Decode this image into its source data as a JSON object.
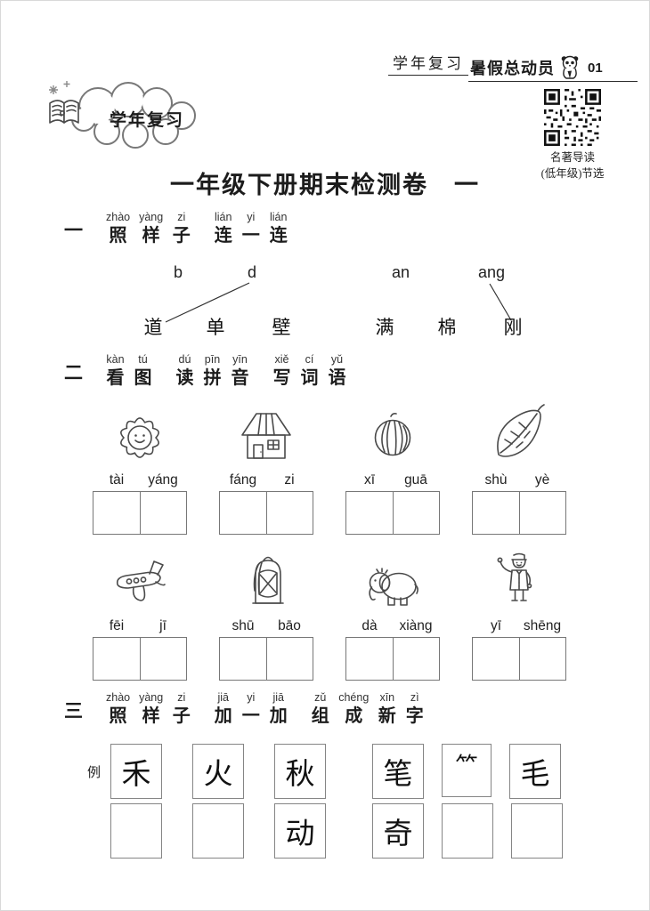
{
  "page": {
    "bg": "#ffffff",
    "ink": "#1c1c1c",
    "pinyin_color": "#333333",
    "box_border": "#777777",
    "line_color": "#333333"
  },
  "header": {
    "series": "学年复习",
    "brand": "暑假总动员",
    "page_num": "01"
  },
  "logo": {
    "label": "学年复习"
  },
  "qr": {
    "caption1": "名著导读",
    "caption2": "(低年级)节选"
  },
  "title": {
    "text": "一年级下册期末检测卷　一"
  },
  "icons": {
    "header": "panda-icon",
    "logo": "open-book-icon",
    "qr": "qr-code",
    "row1": [
      "sun-icon",
      "house-icon",
      "watermelon-icon",
      "leaf-icon"
    ],
    "row2": [
      "airplane-icon",
      "backpack-icon",
      "elephant-icon",
      "doctor-icon"
    ]
  },
  "s1": {
    "num": "一",
    "heading": [
      {
        "py": "zhào",
        "ch": "照"
      },
      {
        "py": "yàng",
        "ch": "样"
      },
      {
        "py": "zi",
        "ch": "子"
      },
      {
        "py": "lián",
        "ch": "连"
      },
      {
        "py": "yi",
        "ch": "一"
      },
      {
        "py": "lián",
        "ch": "连"
      }
    ],
    "top": [
      "b",
      "d",
      "an",
      "ang"
    ],
    "bottom": [
      "道",
      "单",
      "壁",
      "满",
      "棉",
      "刚"
    ],
    "connections": [
      {
        "from": "d",
        "to": "道"
      },
      {
        "from": "ang",
        "to": "刚"
      }
    ]
  },
  "s2": {
    "num": "二",
    "heading": [
      {
        "py": "kàn",
        "ch": "看"
      },
      {
        "py": "tú",
        "ch": "图"
      },
      {
        "py": "dú",
        "ch": "读"
      },
      {
        "py": "pīn",
        "ch": "拼"
      },
      {
        "py": "yīn",
        "ch": "音"
      },
      {
        "py": "xiě",
        "ch": "写"
      },
      {
        "py": "cí",
        "ch": "词"
      },
      {
        "py": "yǔ",
        "ch": "语"
      }
    ],
    "rows": [
      [
        {
          "icon": "sun",
          "py1": "tài",
          "py2": "yáng"
        },
        {
          "icon": "house",
          "py1": "fáng",
          "py2": "zi"
        },
        {
          "icon": "watermelon",
          "py1": "xī",
          "py2": "guā"
        },
        {
          "icon": "leaf",
          "py1": "shù",
          "py2": "yè"
        }
      ],
      [
        {
          "icon": "airplane",
          "py1": "fēi",
          "py2": "jī"
        },
        {
          "icon": "backpack",
          "py1": "shū",
          "py2": "bāo"
        },
        {
          "icon": "elephant",
          "py1": "dà",
          "py2": "xiàng"
        },
        {
          "icon": "doctor",
          "py1": "yī",
          "py2": "shēng"
        }
      ]
    ]
  },
  "s3": {
    "num": "三",
    "heading": [
      {
        "py": "zhào",
        "ch": "照"
      },
      {
        "py": "yàng",
        "ch": "样"
      },
      {
        "py": "zi",
        "ch": "子"
      },
      {
        "py": "jiā",
        "ch": "加"
      },
      {
        "py": "yi",
        "ch": "一"
      },
      {
        "py": "jiā",
        "ch": "加"
      },
      {
        "py": "zǔ",
        "ch": "组"
      },
      {
        "py": "chéng",
        "ch": "成"
      },
      {
        "py": "xīn",
        "ch": "新"
      },
      {
        "py": "zì",
        "ch": "字"
      }
    ],
    "example": "例",
    "left_row1": [
      "禾",
      "火",
      "秋"
    ],
    "left_row2": [
      "",
      "",
      "动"
    ],
    "right_row1": [
      "笔",
      "⺮",
      "毛"
    ],
    "right_row2": [
      "奇",
      "",
      ""
    ]
  }
}
